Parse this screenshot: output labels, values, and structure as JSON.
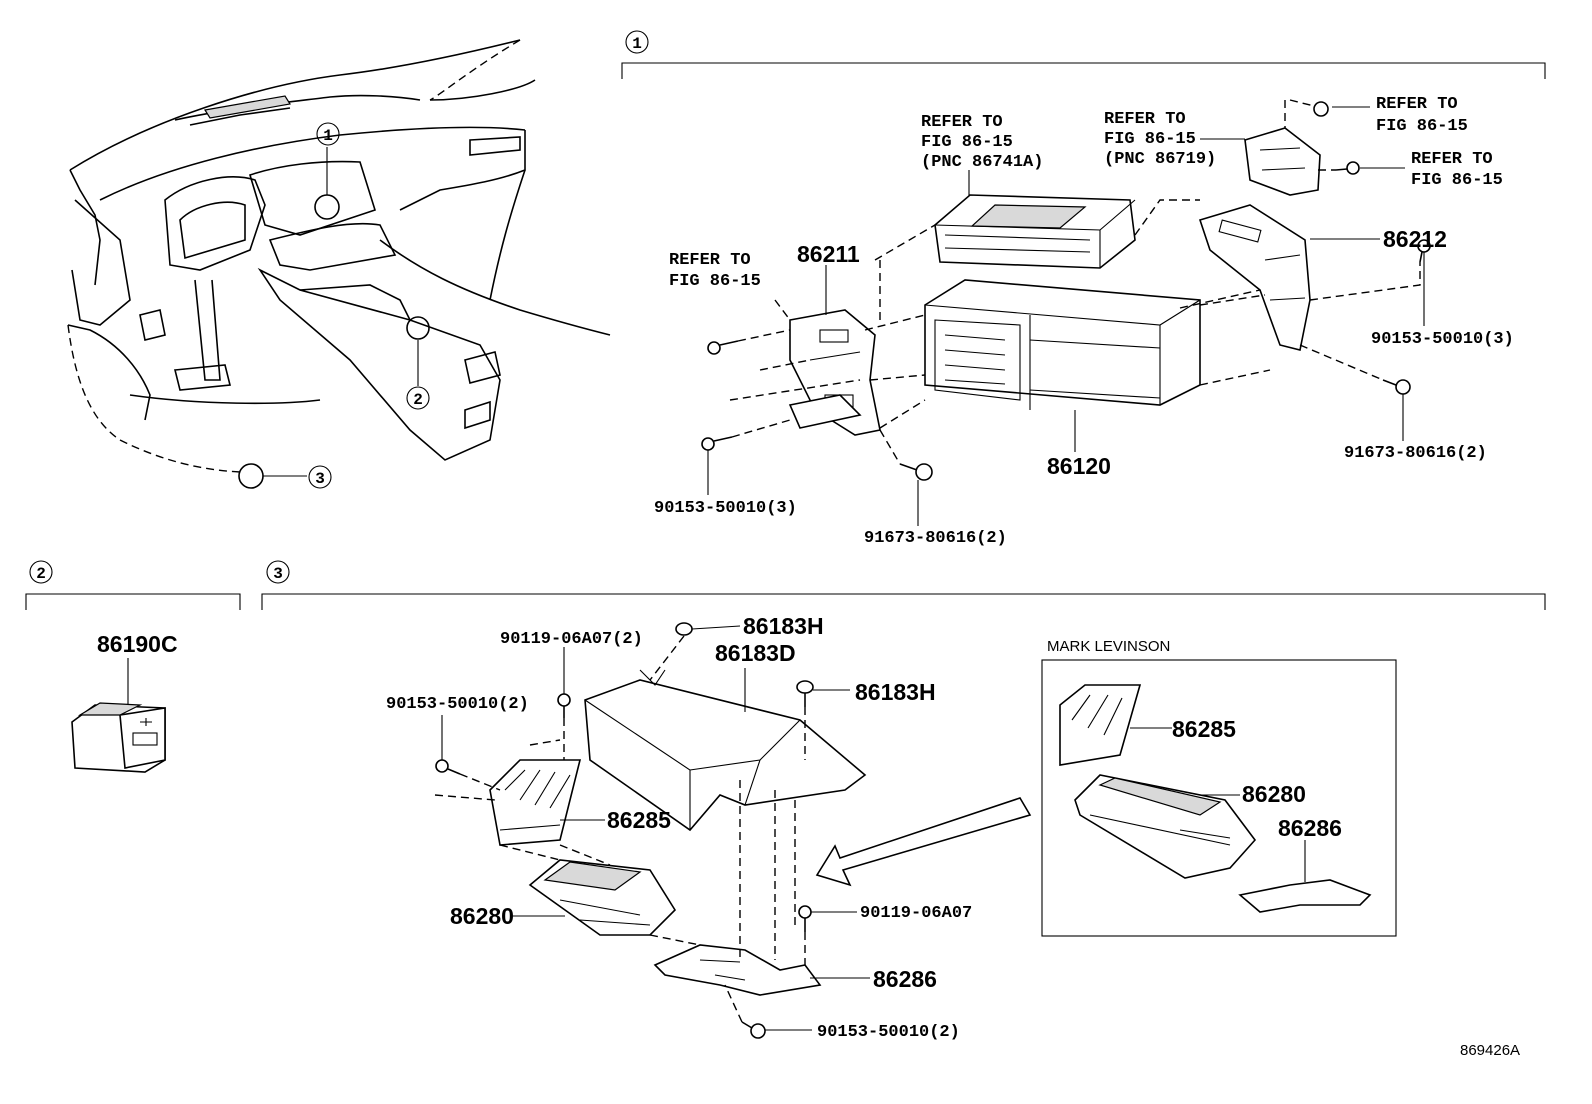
{
  "figure_code": "869426A",
  "markers": {
    "m1": "1",
    "m2": "2",
    "m3": "3"
  },
  "section1": {
    "refer_a": [
      "REFER TO",
      "FIG 86-15",
      "(PNC 86741A)"
    ],
    "refer_b": [
      "REFER TO",
      "FIG 86-15",
      "(PNC 86719)"
    ],
    "refer_c": [
      "REFER TO",
      "FIG 86-15"
    ],
    "refer_d": [
      "REFER TO",
      "FIG 86-15"
    ],
    "refer_e": [
      "REFER TO",
      "FIG 86-15"
    ],
    "p86211": "86211",
    "p86212": "86212",
    "p86120": "86120",
    "bolt_left_small": "90153-50010(3)",
    "bolt_right_small": "90153-50010(3)",
    "bolt_left_big": "91673-80616(2)",
    "bolt_right_big": "91673-80616(2)"
  },
  "section2": {
    "p86190c": "86190C"
  },
  "section3": {
    "p86183h_top": "86183H",
    "p86183d": "86183D",
    "p86183h_mid": "86183H",
    "screw_top": "90119-06A07(2)",
    "bolt_left": "90153-50010(2)",
    "p86285": "86285",
    "p86280": "86280",
    "screw_mid": "90119-06A07",
    "p86286": "86286",
    "bolt_bottom": "90153-50010(2)",
    "mark_levinson": {
      "title": "MARK LEVINSON",
      "p86285": "86285",
      "p86280": "86280",
      "p86286": "86286"
    }
  }
}
